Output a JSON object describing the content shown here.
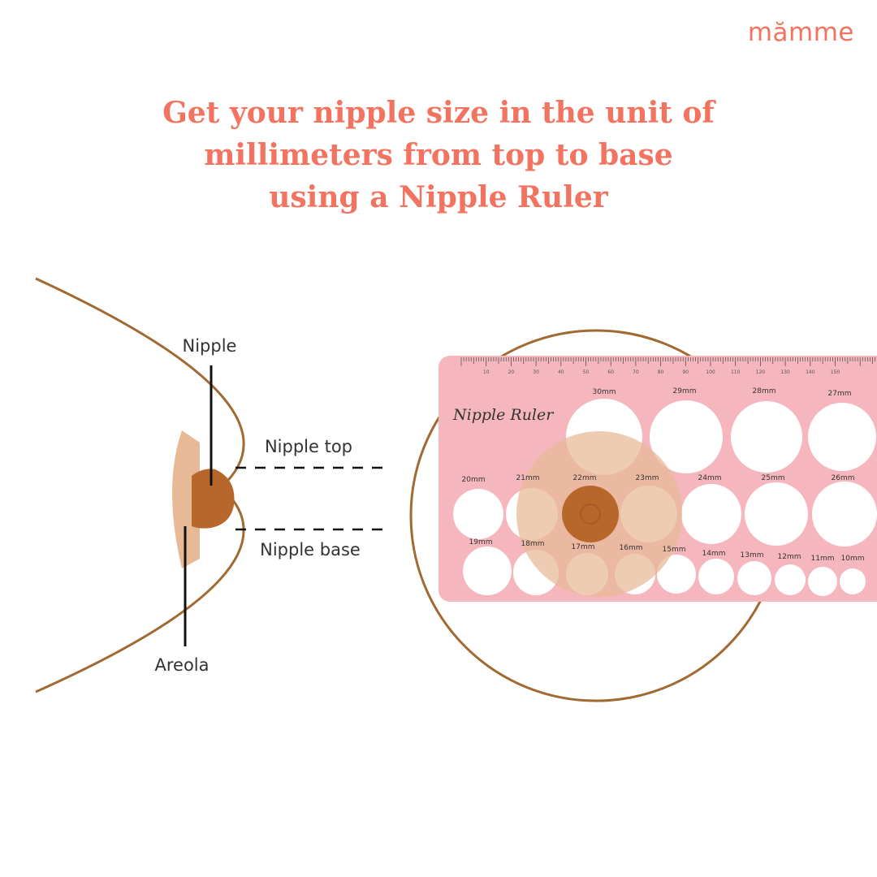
{
  "brand": {
    "logo_text": "mămme"
  },
  "headline": {
    "lines": [
      "Get your nipple size in the unit of",
      "millimeters from top to base",
      "using a Nipple Ruler"
    ]
  },
  "labels": {
    "nipple": "Nipple",
    "nipple_top": "Nipple top",
    "nipple_base": "Nipple base",
    "areola": "Areola"
  },
  "ruler": {
    "title": "Nipple Ruler",
    "scale_labels": [
      "10",
      "20",
      "30",
      "40",
      "50",
      "60",
      "70",
      "80",
      "90",
      "100",
      "110",
      "120",
      "130",
      "140",
      "150"
    ],
    "row1": [
      "30mm",
      "29mm",
      "28mm",
      "27mm"
    ],
    "row2": [
      "20mm",
      "21mm",
      "22mm",
      "23mm",
      "24mm",
      "25mm",
      "26mm"
    ],
    "row3": [
      "19mm",
      "18mm",
      "17mm",
      "16mm",
      "15mm",
      "14mm",
      "13mm",
      "12mm",
      "11mm",
      "10mm"
    ]
  },
  "colors": {
    "accent": "#f2735f",
    "outline": "#a06a32",
    "areola": "#e8b996",
    "nipple": "#b8672b",
    "ruler_pink": "#f5b7bd"
  }
}
